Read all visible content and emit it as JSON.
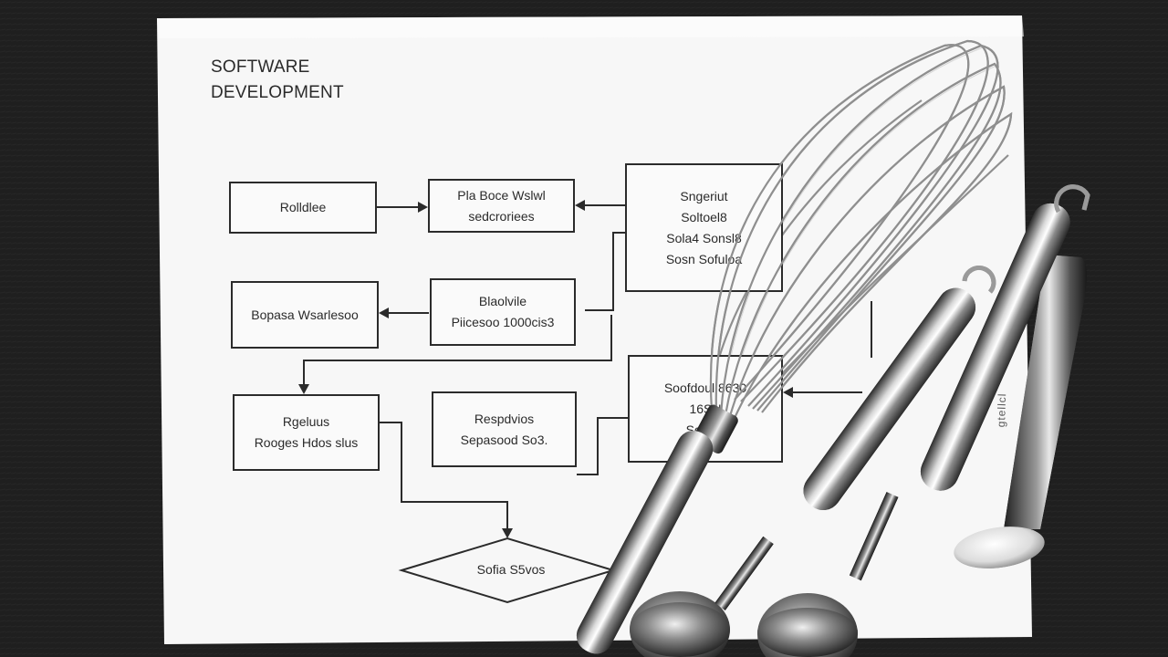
{
  "document": {
    "title_line1": "SOFTWARE",
    "title_line2": "DEVELOPMENT"
  },
  "flowchart": {
    "boxes": [
      {
        "id": "b1",
        "lines": [
          "Rolldlee"
        ]
      },
      {
        "id": "b2",
        "lines": [
          "Pla Boce Wslwl",
          "sedcroriees"
        ]
      },
      {
        "id": "b3",
        "lines": [
          "Sngeriut",
          "Soltoel8",
          "Sola4 Sonsl8",
          "Sosn Sofuloa"
        ]
      },
      {
        "id": "b4",
        "lines": [
          "Bopasa Wsarlesoo"
        ]
      },
      {
        "id": "b5",
        "lines": [
          "Blaolvile",
          "Piicesoo 1000cis3"
        ]
      },
      {
        "id": "b6",
        "lines": [
          "Rgeluus",
          "Rooges Hdos slus"
        ]
      },
      {
        "id": "b7",
        "lines": [
          "Respdvios",
          "Sepasood So3."
        ]
      },
      {
        "id": "b8",
        "lines": [
          "Soofdoul 8630",
          "16SN",
          "Sosenl"
        ]
      }
    ],
    "diamond_label": "Sofia S5vos"
  },
  "spoon_engraving": "gtellcl",
  "colors": {
    "background": "#1e1e1e",
    "paper": "#f7f7f7",
    "ink": "#2b2b2b",
    "steel": "#9a9a9a"
  }
}
